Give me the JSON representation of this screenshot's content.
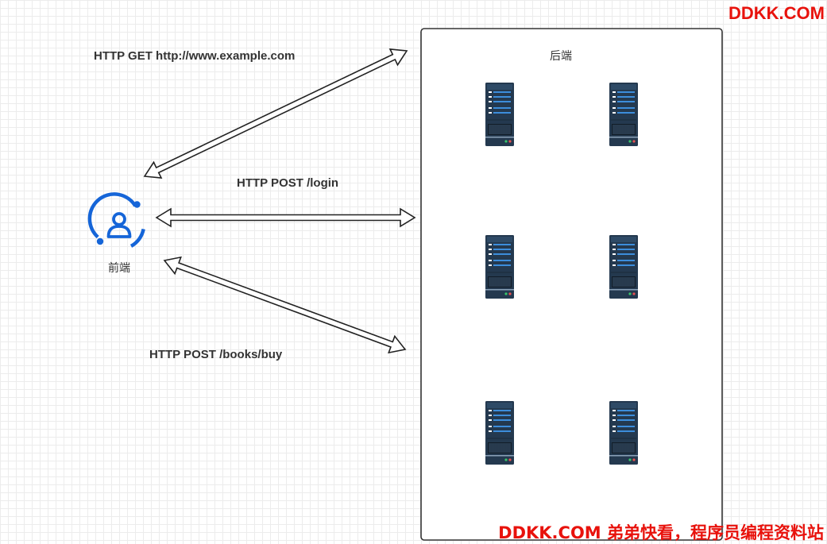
{
  "backend": {
    "label": "后端"
  },
  "frontend": {
    "label": "前端",
    "icon": "user-circle-icon",
    "color": "#1565d8"
  },
  "arrows": [
    {
      "id": "get",
      "label": "HTTP GET http://www.example.com"
    },
    {
      "id": "login",
      "label": "HTTP POST /login"
    },
    {
      "id": "buy",
      "label": "HTTP POST /books/buy"
    }
  ],
  "servers": {
    "count": 6,
    "icon": "server-rack-icon",
    "body_color": "#24394f",
    "line_color": "#3c8ddb"
  },
  "watermark": {
    "top": "DDKK.COM",
    "bottom": "DDKK.COM 弟弟快看，程序员编程资料站",
    "color": "#e8120c"
  }
}
